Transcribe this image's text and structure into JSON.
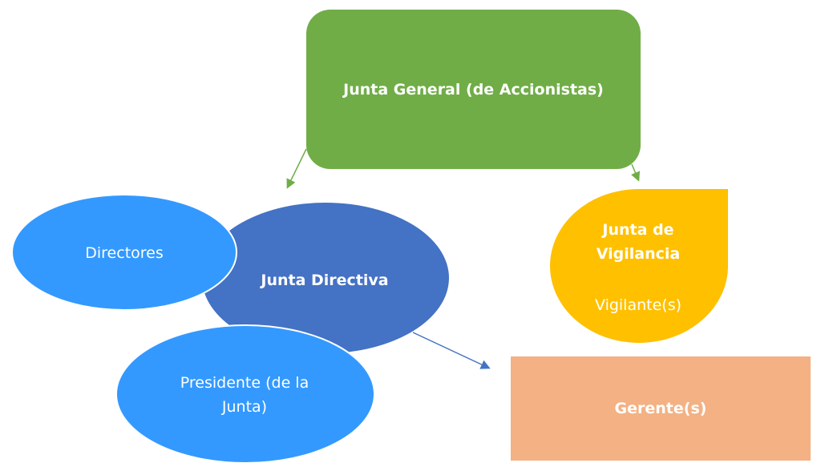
{
  "nodes": {
    "junta_general": {
      "label": "Junta General (de Accionistas)",
      "color": "#70AD47"
    },
    "junta_directiva": {
      "label": "Junta Directiva",
      "color": "#4472C4"
    },
    "directores": {
      "label": "Directores",
      "color": "#3399FF"
    },
    "presidente": {
      "label": "Presidente (de la Junta)",
      "color": "#3399FF"
    },
    "junta_vigilancia": {
      "label": "Junta de Vigilancia",
      "sublabel": "Vigilante(s)",
      "color": "#FFC000"
    },
    "gerente": {
      "label": "Gerente(s)",
      "color": "#F4B183"
    }
  }
}
